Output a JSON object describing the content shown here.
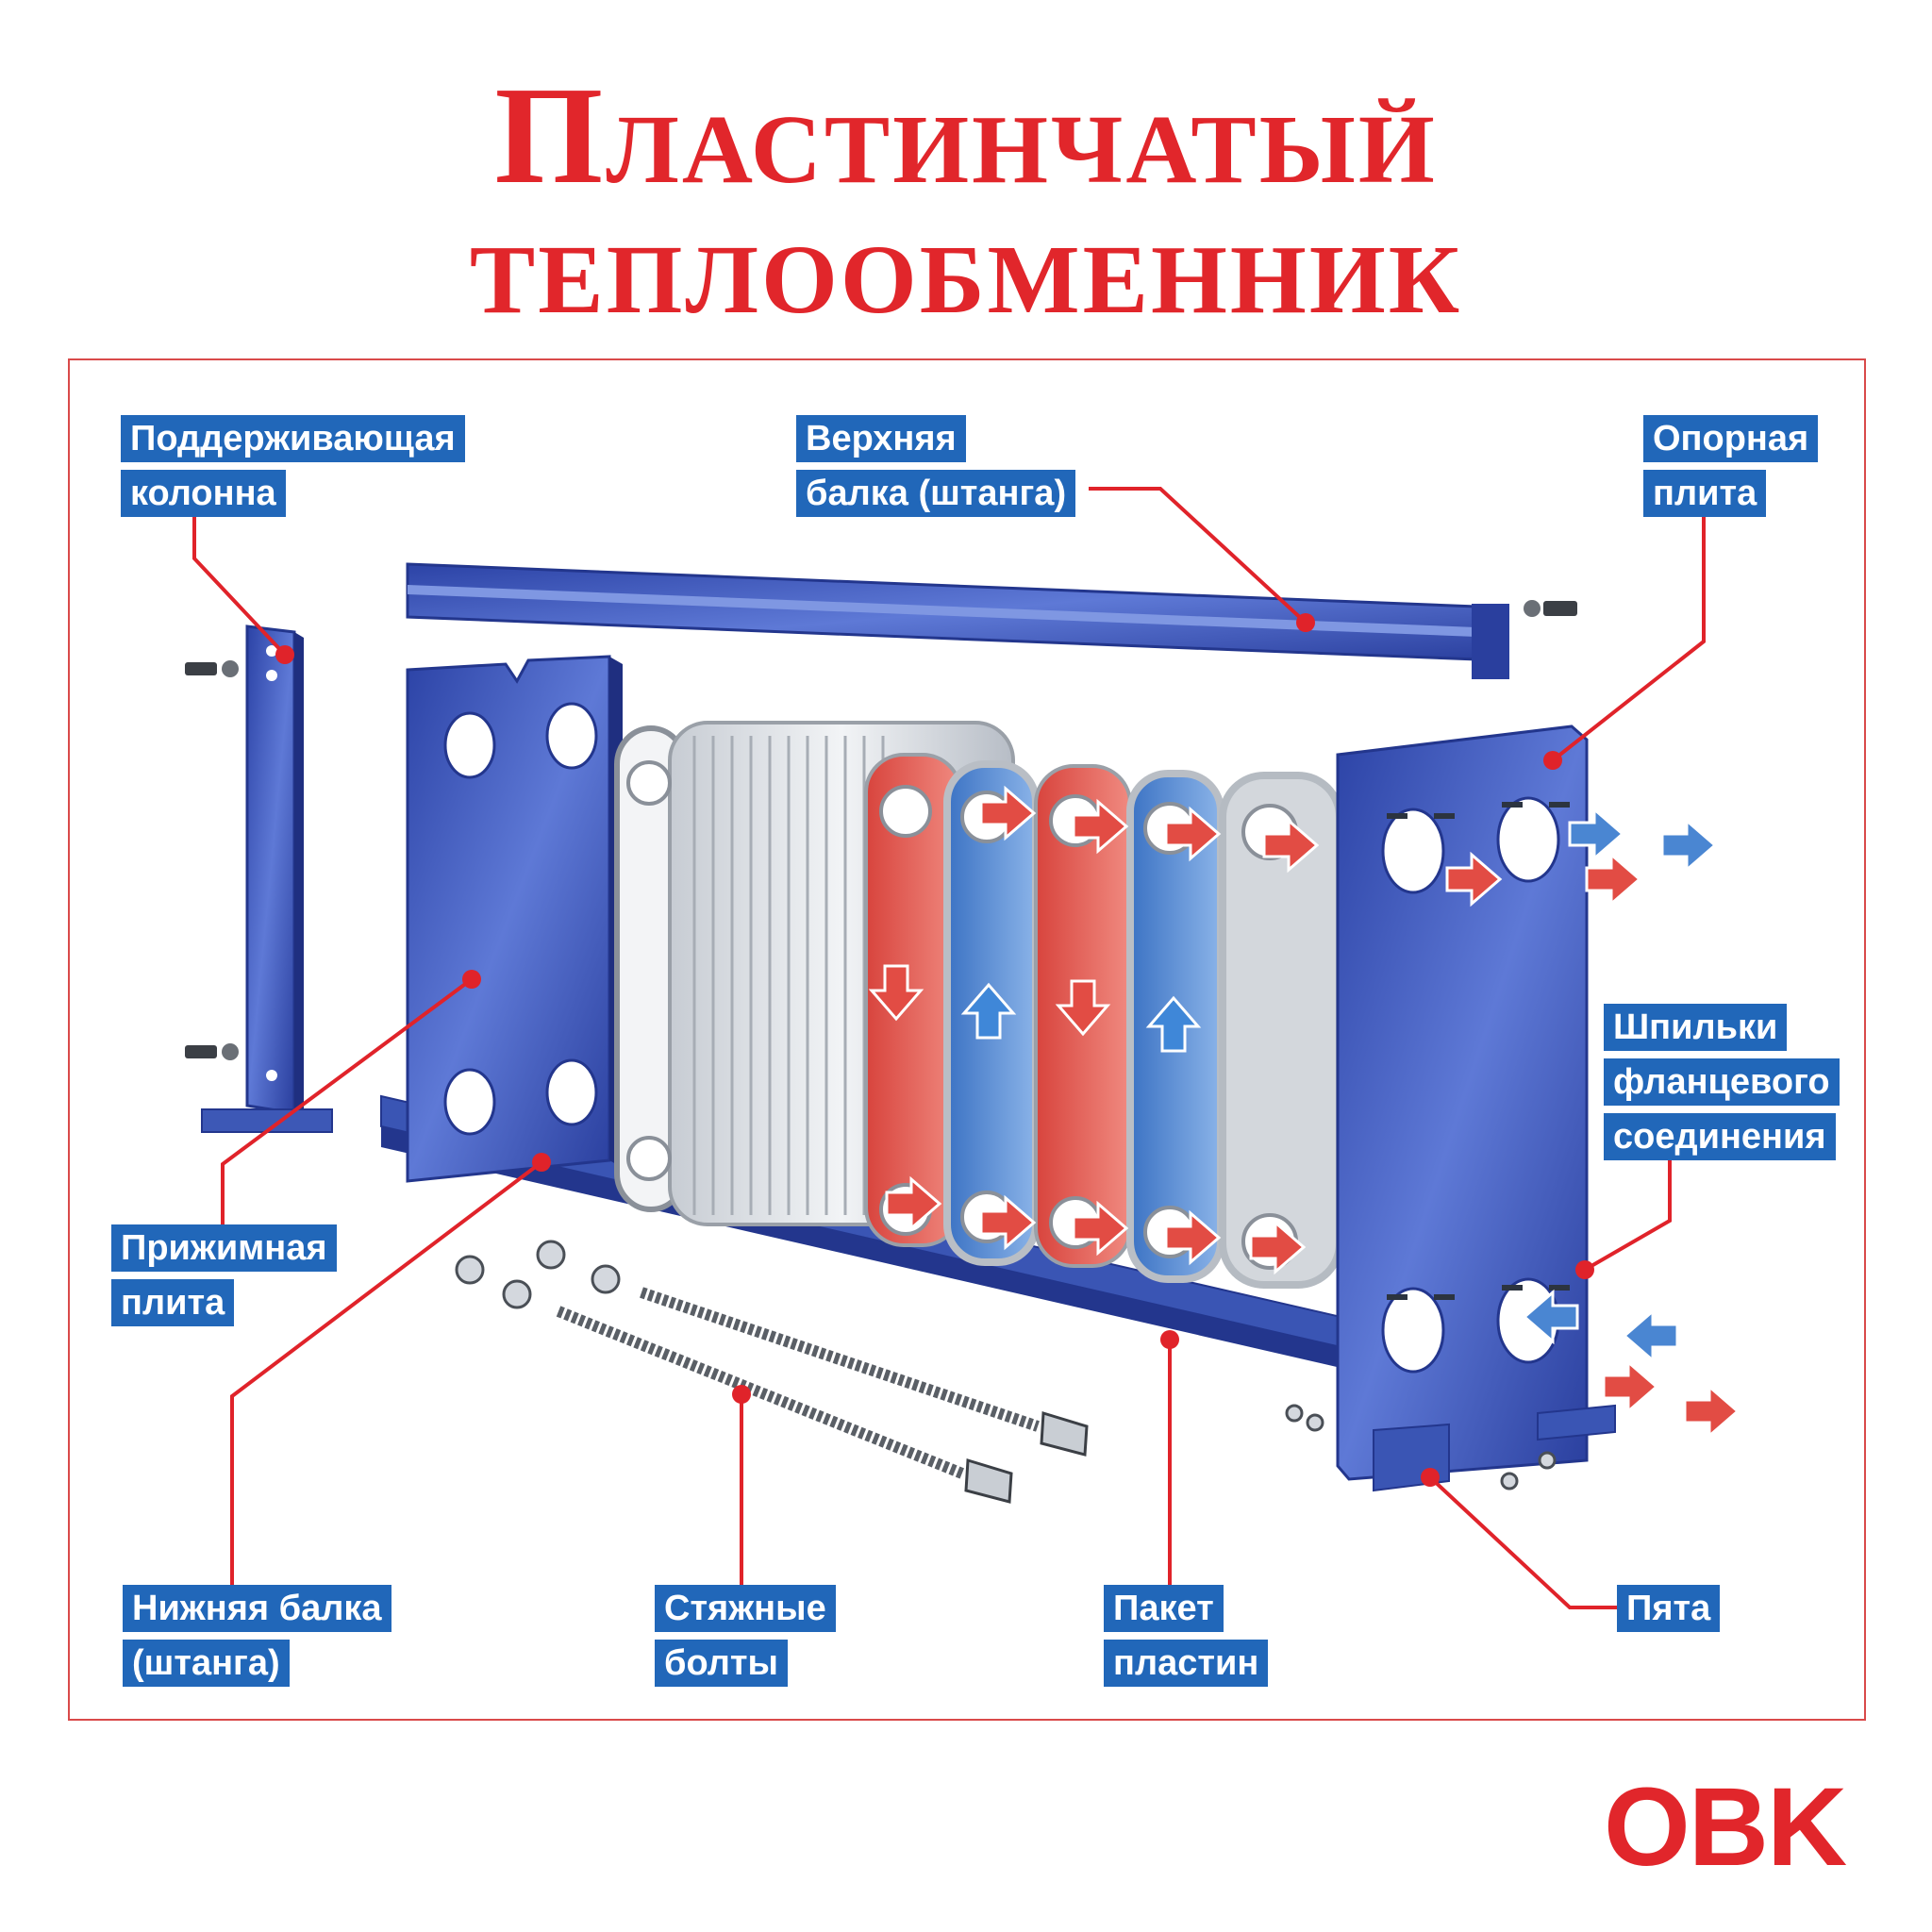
{
  "title": {
    "line1": "Пластинчатый",
    "line2": "теплообменник"
  },
  "labels": {
    "support_column": {
      "line1": "Поддерживающая",
      "line2": "колонна"
    },
    "top_beam": {
      "line1": "Верхняя",
      "line2": "балка (штанга)"
    },
    "frame_plate": {
      "line1": "Опорная",
      "line2": "плита"
    },
    "flange_studs": {
      "line1": "Шпильки",
      "line2": "фланцевого",
      "line3": "соединения"
    },
    "pressure_plate": {
      "line1": "Прижимная",
      "line2": "плита"
    },
    "bottom_beam": {
      "line1": "Нижняя балка",
      "line2": "(штанга)"
    },
    "tie_bolts": {
      "line1": "Стяжные",
      "line2": "болты"
    },
    "plate_pack": {
      "line1": "Пакет",
      "line2": "пластин"
    },
    "foot": {
      "line1": "Пята"
    }
  },
  "logo": "OBK",
  "colors": {
    "title_red": "#e1262b",
    "label_blue": "#2167b9",
    "steel_blue": "#3a55b4",
    "hot": "#e5564e",
    "cold": "#4a86d2"
  }
}
